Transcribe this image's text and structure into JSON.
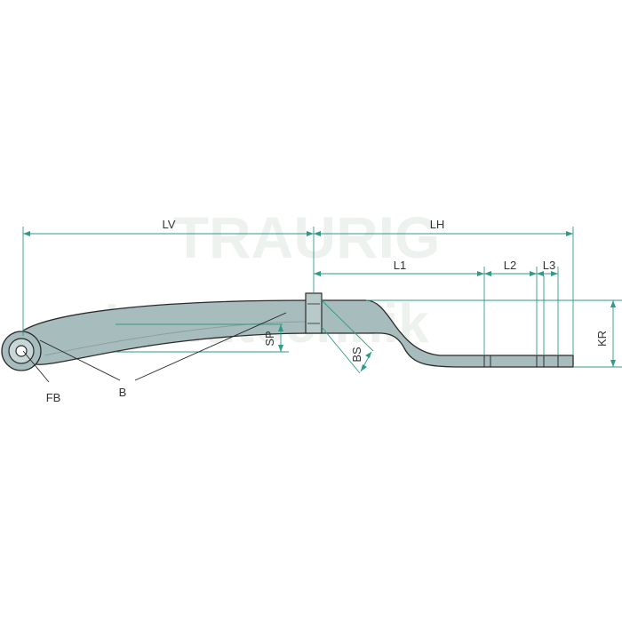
{
  "watermark": {
    "line1": "TRAURIG",
    "line2": "Landtechnik"
  },
  "dimensions": {
    "lv": "LV",
    "lh": "LH",
    "l1": "L1",
    "l2": "L2",
    "l3": "L3",
    "kr": "KR",
    "sp": "SP",
    "bs": "BS",
    "fb": "FB",
    "b": "B"
  },
  "colors": {
    "spring_fill": "#a7bcbc",
    "spring_stroke": "#2b2b2b",
    "dimension_line": "#2f9a86",
    "leader_line": "#222222",
    "watermark": "#eef2ee"
  }
}
